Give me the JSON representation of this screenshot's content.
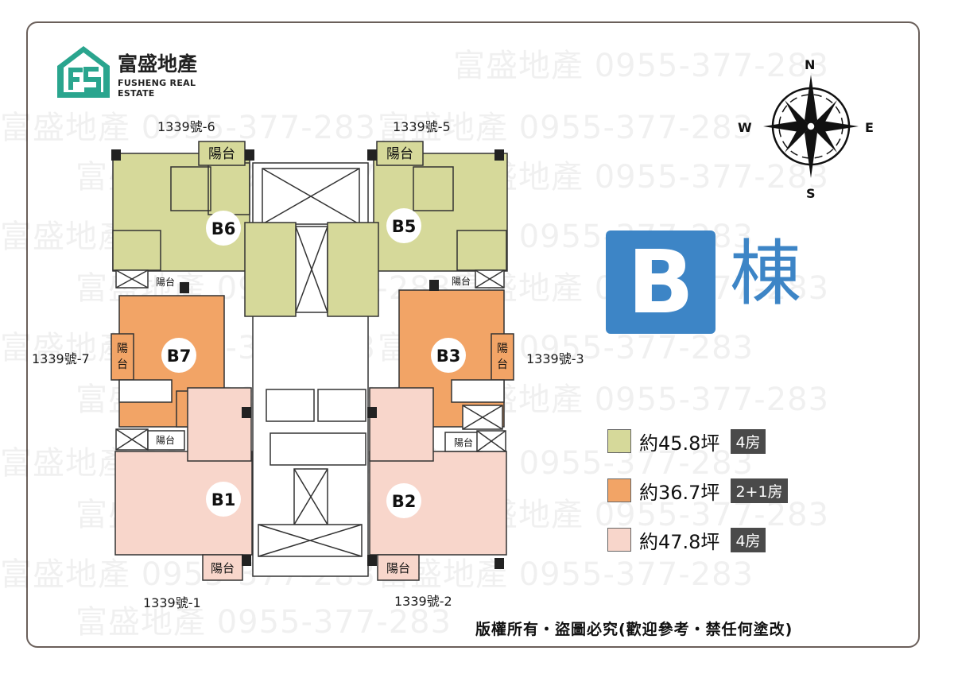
{
  "brand": {
    "name": "富盛地產",
    "subtitle": "FUSHENG REAL ESTATE",
    "colors": {
      "teal": "#2aa58e",
      "blue": "#3d85c6"
    }
  },
  "watermark": {
    "text": "富盛地產 0955-377-283"
  },
  "building": {
    "letter": "B",
    "suffix": "棟"
  },
  "compass": {
    "n": "N",
    "s": "S",
    "e": "E",
    "w": "W"
  },
  "addresses": {
    "u6": "1339號-6",
    "u5": "1339號-5",
    "u7": "1339號-7",
    "u3": "1339號-3",
    "u1": "1339號-1",
    "u2": "1339號-2"
  },
  "units": {
    "b6": "B6",
    "b5": "B5",
    "b7": "B7",
    "b3": "B3",
    "b1": "B1",
    "b2": "B2"
  },
  "balcony": "陽台",
  "balcony_v1": "陽",
  "balcony_v2": "台",
  "legend": [
    {
      "size": "約45.8坪",
      "rooms": "4房",
      "color": "#d6d99a"
    },
    {
      "size": "約36.7坪",
      "rooms": "2+1房",
      "color": "#f2a466"
    },
    {
      "size": "約47.8坪",
      "rooms": "4房",
      "color": "#f8d6cb"
    }
  ],
  "copyright": "版權所有・盜圖必究(歡迎參考・禁任何塗改)"
}
